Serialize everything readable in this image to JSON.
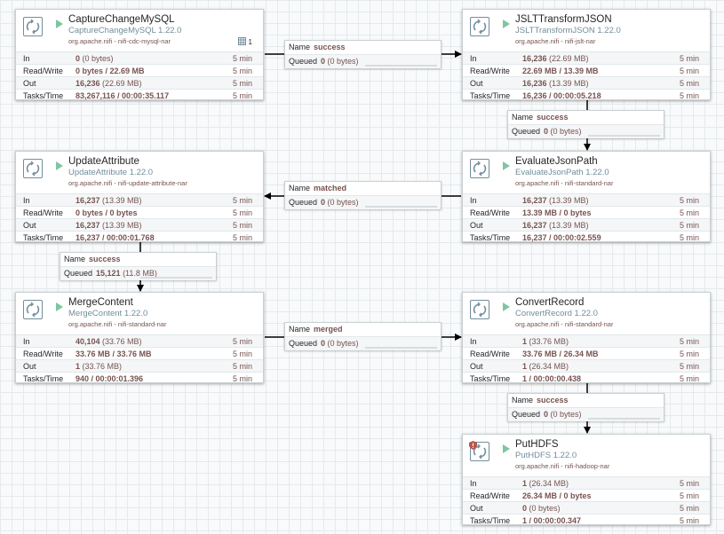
{
  "processors": [
    {
      "id": "capture",
      "name": "CaptureChangeMySQL",
      "type": "CaptureChangeMySQL 1.22.0",
      "bundle": "org.apache.nifi - nifi-cdc-mysql-nar",
      "threads": "1",
      "state": "running",
      "in": {
        "main": "0",
        "sub": "(0 bytes)"
      },
      "rw": "0 bytes / 22.69 MB",
      "out": {
        "main": "16,236",
        "sub": "(22.69 MB)"
      },
      "tasks": "83,267,116 / 00:00:35.117"
    },
    {
      "id": "jslt",
      "name": "JSLTTransformJSON",
      "type": "JSLTTransformJSON 1.22.0",
      "bundle": "org.apache.nifi - nifi-jslt-nar",
      "state": "running",
      "in": {
        "main": "16,236",
        "sub": "(22.69 MB)"
      },
      "rw": "22.69 MB / 13.39 MB",
      "out": {
        "main": "16,236",
        "sub": "(13.39 MB)"
      },
      "tasks": "16,236 / 00:00:05.218"
    },
    {
      "id": "update",
      "name": "UpdateAttribute",
      "type": "UpdateAttribute 1.22.0",
      "bundle": "org.apache.nifi - nifi-update-attribute-nar",
      "state": "running",
      "in": {
        "main": "16,237",
        "sub": "(13.39 MB)"
      },
      "rw": "0 bytes / 0 bytes",
      "out": {
        "main": "16,237",
        "sub": "(13.39 MB)"
      },
      "tasks": "16,237 / 00:00:01.768"
    },
    {
      "id": "evaluate",
      "name": "EvaluateJsonPath",
      "type": "EvaluateJsonPath 1.22.0",
      "bundle": "org.apache.nifi - nifi-standard-nar",
      "state": "running",
      "in": {
        "main": "16,237",
        "sub": "(13.39 MB)"
      },
      "rw": "13.39 MB / 0 bytes",
      "out": {
        "main": "16,237",
        "sub": "(13.39 MB)"
      },
      "tasks": "16,237 / 00:00:02.559"
    },
    {
      "id": "merge",
      "name": "MergeContent",
      "type": "MergeContent 1.22.0",
      "bundle": "org.apache.nifi - nifi-standard-nar",
      "state": "running",
      "in": {
        "main": "40,104",
        "sub": "(33.76 MB)"
      },
      "rw": "33.76 MB / 33.76 MB",
      "out": {
        "main": "1",
        "sub": "(33.76 MB)"
      },
      "tasks": "940 / 00:00:01.396"
    },
    {
      "id": "convert",
      "name": "ConvertRecord",
      "type": "ConvertRecord 1.22.0",
      "bundle": "org.apache.nifi - nifi-standard-nar",
      "state": "running",
      "in": {
        "main": "1",
        "sub": "(33.76 MB)"
      },
      "rw": "33.76 MB / 26.34 MB",
      "out": {
        "main": "1",
        "sub": "(26.34 MB)"
      },
      "tasks": "1 / 00:00:00.438"
    },
    {
      "id": "puthdfs",
      "name": "PutHDFS",
      "type": "PutHDFS 1.22.0",
      "bundle": "org.apache.nifi - nifi-hadoop-nar",
      "state": "restricted",
      "in": {
        "main": "1",
        "sub": "(26.34 MB)"
      },
      "rw": "26.34 MB / 0 bytes",
      "out": {
        "main": "0",
        "sub": "(0 bytes)"
      },
      "tasks": "1 / 00:00:00.347"
    }
  ],
  "labels": {
    "in": "In",
    "rw": "Read/Write",
    "out": "Out",
    "tasks": "Tasks/Time",
    "window": "5 min",
    "name": "Name",
    "queued": "Queued"
  },
  "connections": [
    {
      "id": "c1",
      "name": "success",
      "queued_count": "0",
      "queued_size": "(0 bytes)"
    },
    {
      "id": "c2",
      "name": "success",
      "queued_count": "0",
      "queued_size": "(0 bytes)"
    },
    {
      "id": "c3",
      "name": "matched",
      "queued_count": "0",
      "queued_size": "(0 bytes)"
    },
    {
      "id": "c4",
      "name": "success",
      "queued_count": "15,121",
      "queued_size": "(11.8 MB)"
    },
    {
      "id": "c5",
      "name": "merged",
      "queued_count": "0",
      "queued_size": "(0 bytes)"
    },
    {
      "id": "c6",
      "name": "success",
      "queued_count": "0",
      "queued_size": "(0 bytes)"
    }
  ],
  "icons": {
    "processor": "processor-icon",
    "run": "run-icon",
    "threads": "threads-icon",
    "restricted": "restricted-icon"
  },
  "colors": {
    "canvas": "#f9fafb",
    "grid": "#e6eaec",
    "running": "#7dc7a0",
    "value": "#775351",
    "type": "#728e9b",
    "restricted": "#ba554a"
  }
}
